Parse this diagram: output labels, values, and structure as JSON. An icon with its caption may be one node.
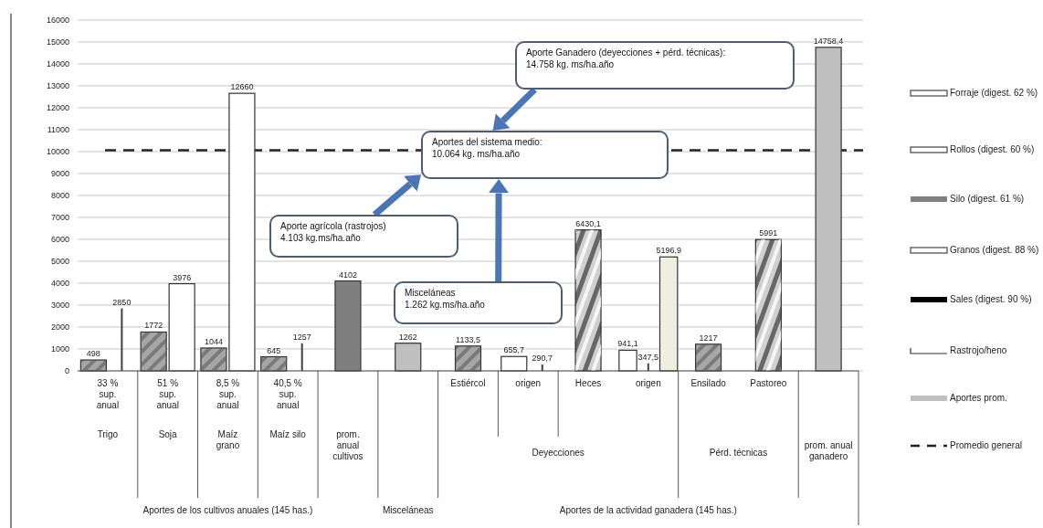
{
  "diagram": {
    "nodes": [
      {
        "text": [
          "Aporte Ganadero (deyecciones + pérd. técnicas):",
          "14.758 kg. ms/ha.año"
        ]
      },
      {
        "text": [
          "Aportes del sistema medio:",
          "10.064 kg. ms/ha.año"
        ]
      },
      {
        "text": [
          "Aporte agrícola (rastrojos)",
          "4.103 kg.ms/ha.año"
        ]
      },
      {
        "text": [
          "Misceláneas",
          "1.262 kg.ms/ha.año"
        ]
      }
    ],
    "edges": [
      {
        "from": 0,
        "to": 1,
        "arrow": "to"
      },
      {
        "from": 2,
        "to": 1,
        "arrow": "to"
      },
      {
        "from": 3,
        "to": 1,
        "arrow": "to"
      }
    ],
    "labels": [
      "Trigo",
      "Soja",
      "Maíz grano",
      "Maíz silo",
      "prom. anual cultivos",
      "Deyecciones",
      "Pérd. técnicas",
      "prom. anual ganadero",
      "Aportes de los cultivos anuales (145 has.)",
      "Misceláneas",
      "Aportes de la actividad ganadera (145 has.)"
    ],
    "legend": [
      {
        "text": "Forraje (digest. 62 %)"
      },
      {
        "text": "Rollos (digest. 60 %)"
      },
      {
        "text": "Silo (digest. 61 %)",
        "color": "#7f7f7f"
      },
      {
        "text": "Granos (digest. 88 %)"
      },
      {
        "text": "Sales (digest. 90 %)",
        "color": "#000000"
      },
      {
        "text": "Rastrojo/heno"
      },
      {
        "text": "Aportes prom.",
        "color": "#bfbfbf"
      },
      {
        "text": "Promedio general"
      }
    ],
    "chart_data": {
      "type": "bar",
      "categories": [
        "33 % sup. anual",
        "51 % sup. anual",
        "8,5 % sup. anual",
        "40,5 % sup. anual",
        null,
        null,
        "Estiércol",
        "origen",
        "Heces",
        "origen",
        "Ensilado",
        "Pastoreo",
        null
      ],
      "series": [
        {
          "color": "#a6a6a6",
          "values": [
            498,
            1772,
            1044,
            645,
            null,
            null,
            1133.5,
            null,
            null,
            null,
            1217,
            null,
            null
          ],
          "value_labels": [
            "498",
            "1772",
            "1044",
            "645",
            null,
            null,
            "1133,5",
            null,
            null,
            null,
            "1217",
            null,
            null
          ]
        },
        {
          "color": "#ffffff",
          "values": [
            null,
            3976,
            12660,
            null,
            null,
            null,
            null,
            655.7,
            null,
            941.1,
            null,
            null,
            null
          ],
          "value_labels": [
            null,
            "3976",
            "12660",
            null,
            null,
            null,
            null,
            "655,7",
            null,
            "941,1",
            null,
            null,
            null
          ]
        },
        {
          "color": "#404040",
          "values": [
            2850,
            null,
            null,
            1257,
            null,
            null,
            null,
            290.7,
            null,
            347.5,
            null,
            null,
            null
          ],
          "value_labels": [
            "2850",
            null,
            null,
            "1257",
            null,
            null,
            null,
            "290,7",
            null,
            "347,5",
            null,
            null,
            null
          ]
        },
        {
          "color": "#7f7f7f",
          "values": [
            null,
            null,
            null,
            null,
            4102,
            null,
            null,
            null,
            null,
            null,
            null,
            null,
            null
          ],
          "value_labels": [
            null,
            null,
            null,
            null,
            "4102",
            null,
            null,
            null,
            null,
            null,
            null,
            null,
            null
          ]
        },
        {
          "color": "#bfbfbf",
          "values": [
            null,
            null,
            null,
            null,
            null,
            1262,
            null,
            null,
            null,
            null,
            null,
            null,
            14758.4
          ],
          "value_labels": [
            null,
            null,
            null,
            null,
            null,
            "1262",
            null,
            null,
            null,
            null,
            null,
            null,
            "14758,4"
          ]
        },
        {
          "color": "#d0d0d0",
          "values": [
            null,
            null,
            null,
            null,
            null,
            null,
            null,
            null,
            6430.1,
            null,
            null,
            5991,
            null
          ],
          "value_labels": [
            null,
            null,
            null,
            null,
            null,
            null,
            null,
            null,
            "6430,1",
            null,
            null,
            "5991",
            null
          ]
        },
        {
          "color": "#eeeee2",
          "values": [
            null,
            null,
            null,
            null,
            null,
            null,
            null,
            null,
            null,
            5196.9,
            null,
            null,
            null
          ],
          "value_labels": [
            null,
            null,
            null,
            null,
            null,
            null,
            null,
            null,
            null,
            "5196,9",
            null,
            null,
            null
          ]
        }
      ],
      "ylim": [
        0,
        16000
      ],
      "yticks": [
        0,
        1000,
        2000,
        3000,
        4000,
        5000,
        6000,
        7000,
        8000,
        9000,
        10000,
        11000,
        12000,
        13000,
        14000,
        15000,
        16000
      ],
      "grid": true,
      "data_labels": true,
      "ref_lines": [
        {
          "axis": "y",
          "value": 10064
        }
      ]
    }
  }
}
